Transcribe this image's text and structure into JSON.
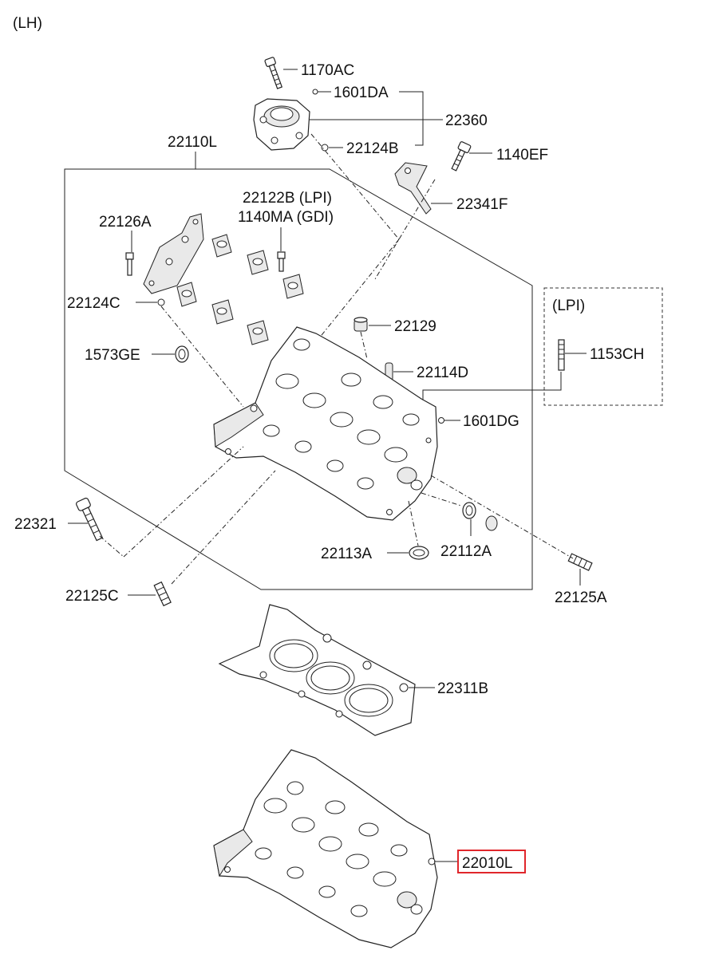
{
  "diagram": {
    "variant": "(LH)",
    "lpi_box_title": "(LPI)",
    "highlight_color": "#e0262b",
    "labels": {
      "p1170AC": "1170AC",
      "p1601DA": "1601DA",
      "p22360": "22360",
      "p22124B": "22124B",
      "p1140EF": "1140EF",
      "p22110L": "22110L",
      "p22341F": "22341F",
      "p22122B": "22122B (LPI)",
      "p1140MA": "1140MA (GDI)",
      "p22126A": "22126A",
      "p22124C": "22124C",
      "p22129": "22129",
      "p1573GE": "1573GE",
      "p22114D": "22114D",
      "p1153CH": "1153CH",
      "p1601DG": "1601DG",
      "p22321": "22321",
      "p22113A": "22113A",
      "p22112A": "22112A",
      "p22125C": "22125C",
      "p22125A": "22125A",
      "p22311B": "22311B",
      "p22010L": "22010L"
    }
  }
}
